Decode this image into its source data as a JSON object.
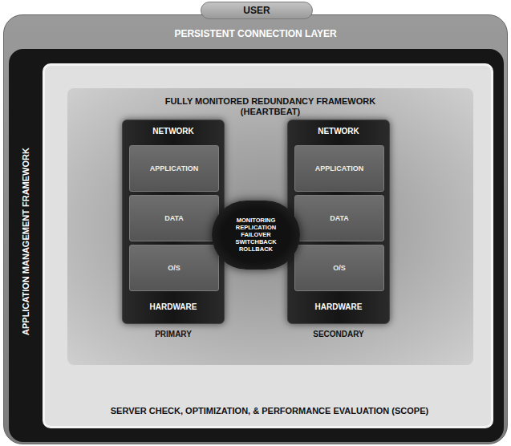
{
  "diagram": {
    "nodes": [
      {
        "text": [
          "USER"
        ]
      },
      {
        "text": [
          "PERSISTENT CONNECTION LAYER"
        ]
      },
      {
        "text": [
          "APPLICATION MANAGEMENT FRAMEWORK"
        ],
        "in": 1
      },
      {
        "text": [
          "SERVER CHECK, OPTIMIZATION, & PERFORMANCE EVALUATION (SCOPE)"
        ],
        "in": 2
      },
      {
        "text": [
          "FULLY MONITORED REDUNDANCY FRAMEWORK (HEARTBEAT)"
        ],
        "in": 3
      },
      {
        "text": [
          "NETWORK",
          "HARDWARE",
          "PRIMARY"
        ],
        "in": 4
      },
      {
        "text": [
          "APPLICATION"
        ],
        "in": 5
      },
      {
        "text": [
          "DATA"
        ],
        "in": 5
      },
      {
        "text": [
          "O/S"
        ],
        "in": 5
      },
      {
        "text": [
          "MONITORING REPLICATION FAILOVER SWITCHBACK ROLLBACK"
        ],
        "in": 4
      },
      {
        "text": [
          "NETWORK",
          "HARDWARE",
          "SECONDARY"
        ],
        "in": 4
      },
      {
        "text": [
          "APPLICATION"
        ],
        "in": 10
      },
      {
        "text": [
          "DATA"
        ],
        "in": 10
      },
      {
        "text": [
          "O/S"
        ],
        "in": 10
      }
    ]
  }
}
